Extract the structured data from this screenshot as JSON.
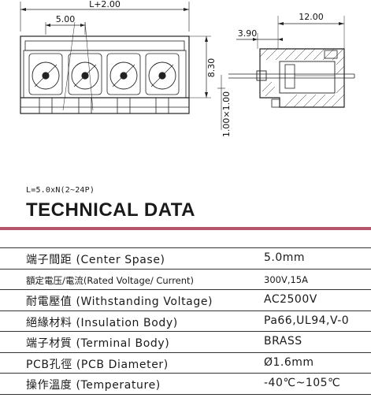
{
  "drawing": {
    "dim_total": "L+2.00",
    "dim_pitch": "5.00",
    "dim_height": "8.30",
    "dim_pin": "1.00×1.00",
    "dim_depth": "12.00",
    "dim_offset": "3.90"
  },
  "formula": "L=5.0xN(2~24P)",
  "heading": "TECHNICAL DATA",
  "rows": [
    {
      "label": "端子間距 (Center Spase)",
      "value": "5.0mm"
    },
    {
      "label": "額定電压/電流(Rated Voltage/ Current)",
      "value": "300V,15A"
    },
    {
      "label": "耐電壓值 (Withstanding Voltage)",
      "value": "AC2500V"
    },
    {
      "label": "絕緣材料 (Insulation Body)",
      "value": "Pa66,UL94,V-0"
    },
    {
      "label": "端子材質 (Terminal Body)",
      "value": "BRASS"
    },
    {
      "label": "PCB孔徑 (PCB Diameter)",
      "value": "Ø1.6mm"
    },
    {
      "label": "操作溫度 (Temperature)",
      "value": "-40℃~105℃"
    }
  ]
}
